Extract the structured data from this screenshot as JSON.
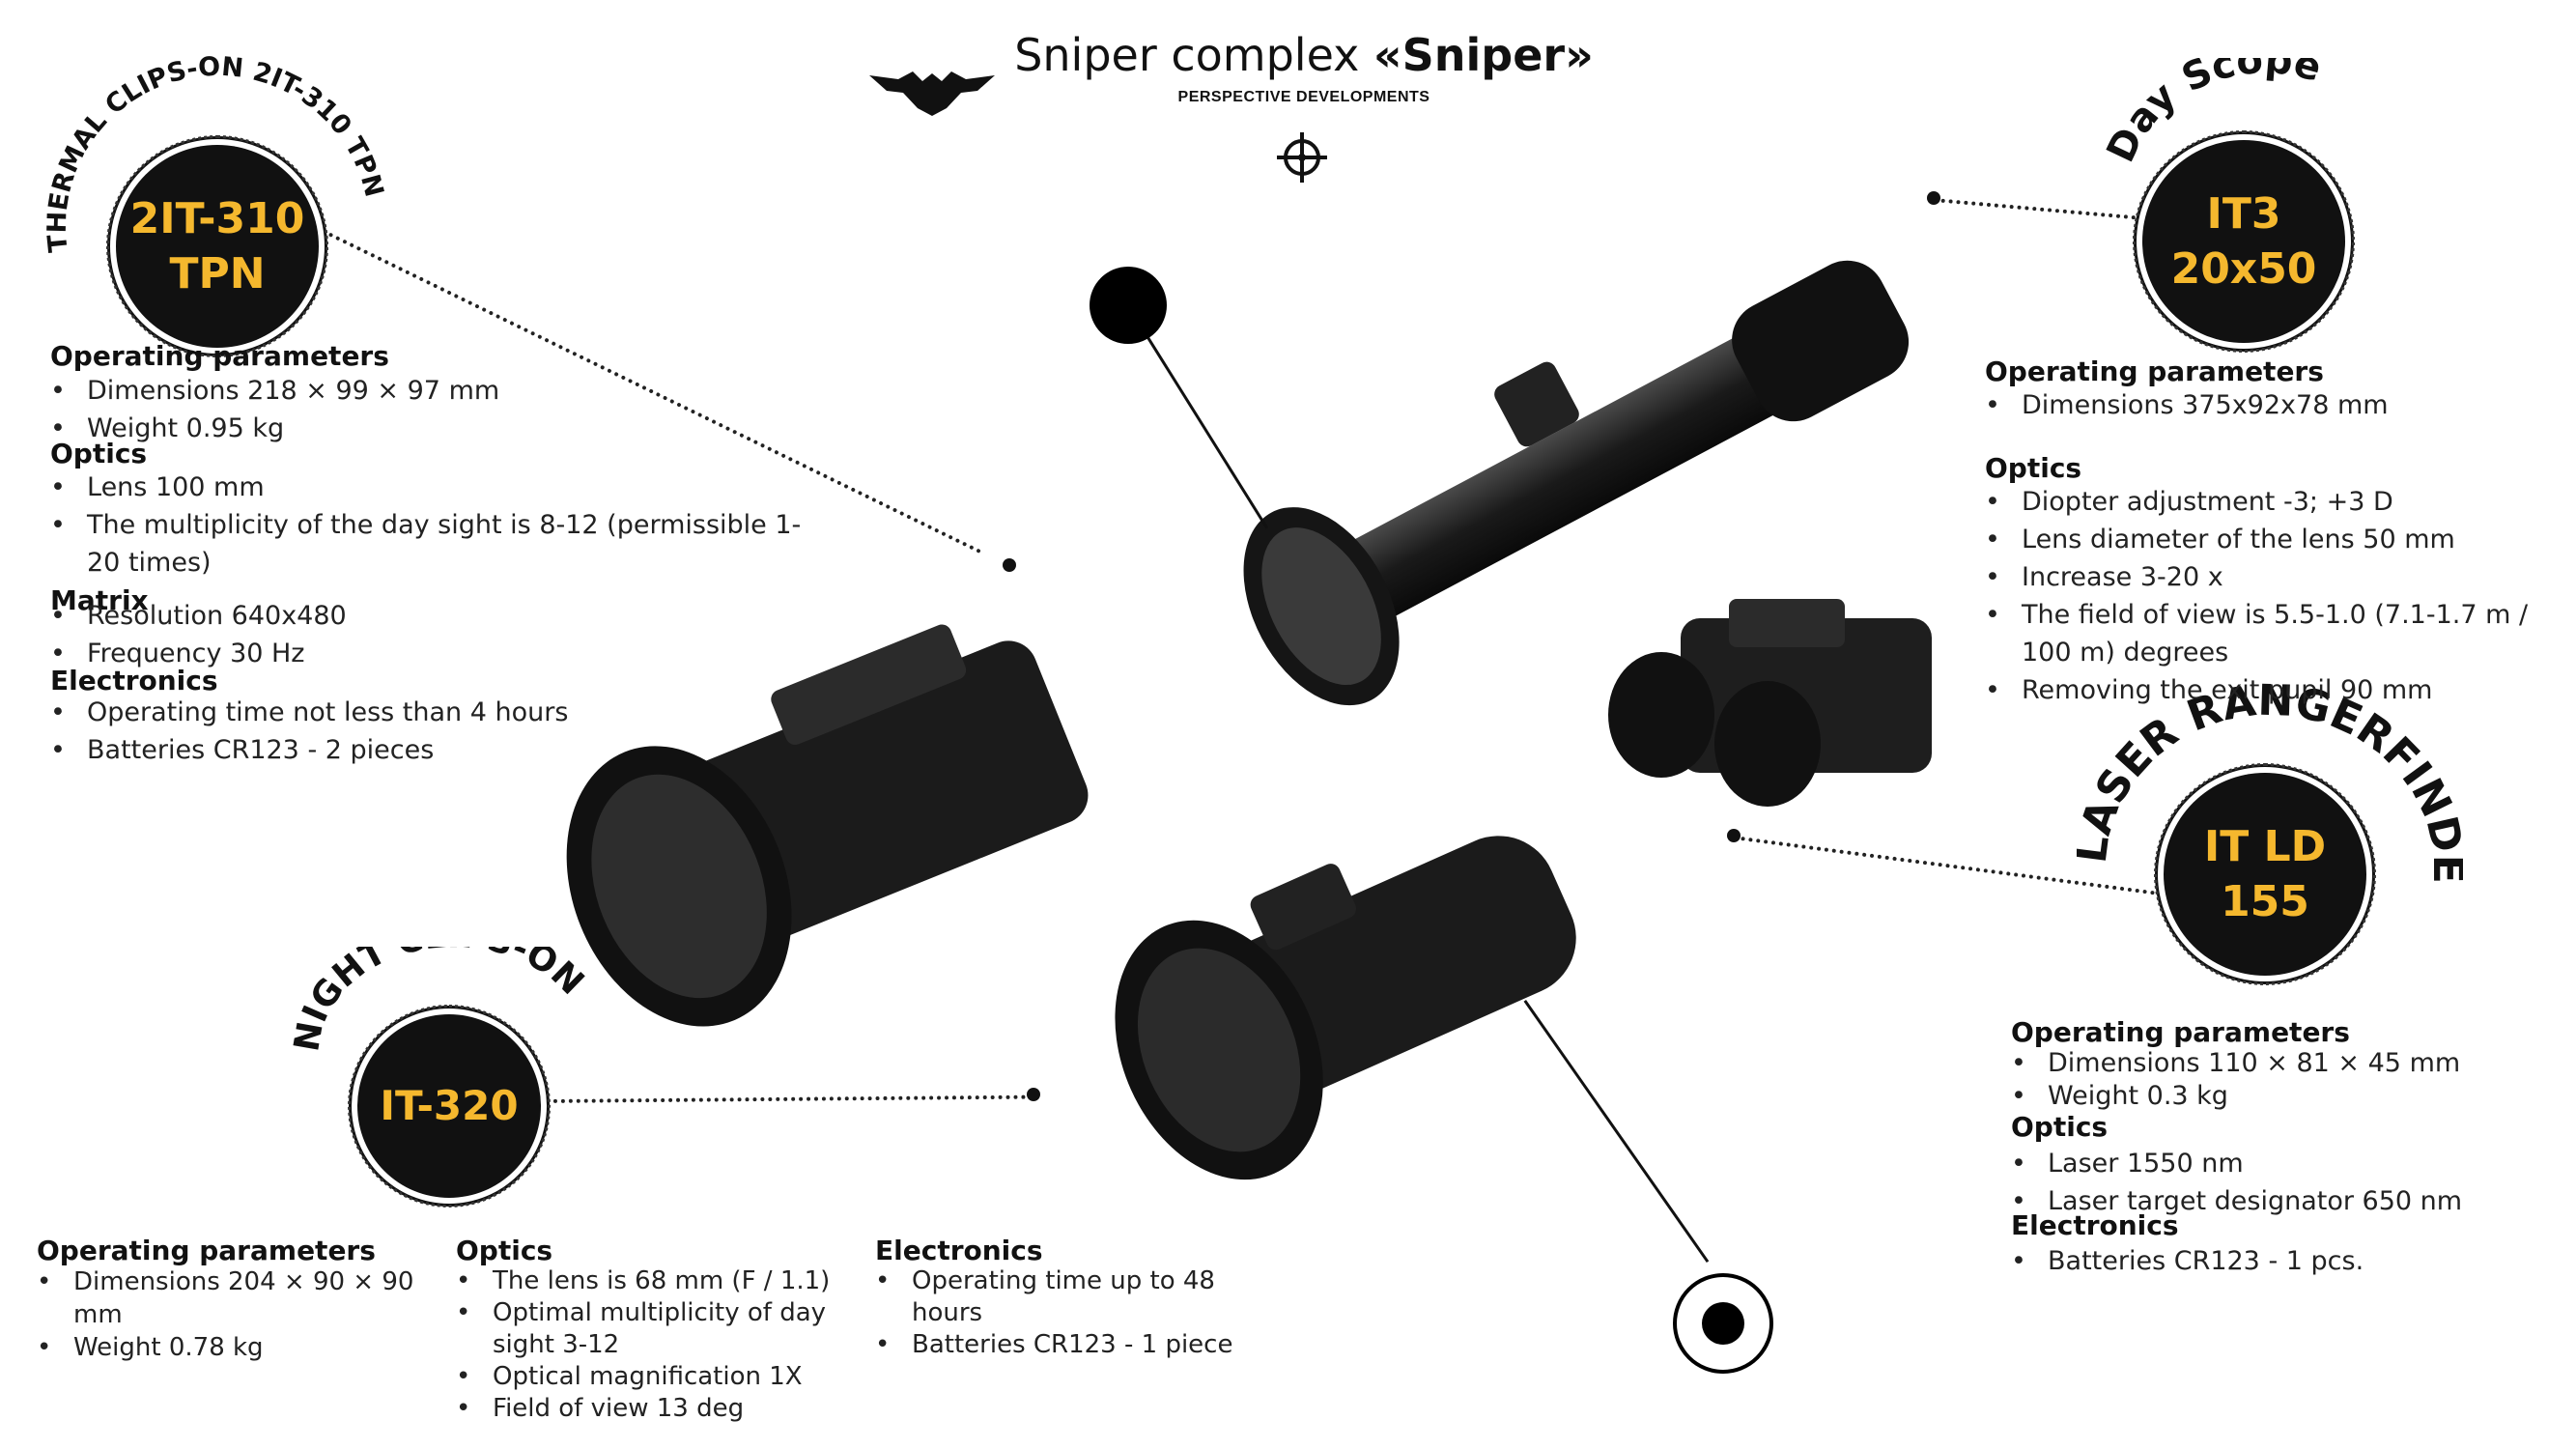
{
  "header": {
    "title_plain": "Sniper complex ",
    "title_bold": "«Sniper»",
    "subtitle": "PERSPECTIVE DEVELOPMENTS"
  },
  "thermal": {
    "arc": "THERMAL CLIPS-ON 2IT-310 TPN",
    "badge_line1": "2IT-310",
    "badge_line2": "TPN",
    "operating_title": "Operating parameters",
    "operating": [
      "Dimensions 218 × 99 × 97 mm",
      "Weight 0.95 kg"
    ],
    "optics_title": "Optics",
    "optics": [
      "Lens 100 mm",
      "The multiplicity of the day sight is 8-12 (permissible 1-20 times)"
    ],
    "matrix_title": "Matrix",
    "matrix": [
      "Resolution 640x480",
      "Frequency 30 Hz"
    ],
    "electronics_title": "Electronics",
    "electronics": [
      "Operating time not less than 4 hours",
      "Batteries CR123 - 2 pieces"
    ]
  },
  "day": {
    "arc": "Day Scope",
    "badge_line1": "IT3",
    "badge_line2": "20x50",
    "operating_title": "Operating parameters",
    "operating": [
      "Dimensions 375x92x78 mm"
    ],
    "optics_title": "Optics",
    "optics": [
      "Diopter adjustment -3; +3 D",
      "Lens diameter of the lens 50 mm",
      "Increase 3-20 x",
      "The field of view is 5.5-1.0 (7.1-1.7 m / 100 m) degrees",
      "Removing the exit pupil 90 mm"
    ]
  },
  "laser": {
    "arc": "LASER RANGERFINDER",
    "badge_line1": "IT LD",
    "badge_line2": "155",
    "operating_title": "Operating parameters",
    "operating": [
      "Dimensions 110 × 81 × 45 mm",
      "Weight 0.3 kg"
    ],
    "optics_title": "Optics",
    "optics": [
      "Laser 1550 nm",
      "Laser target designator 650 nm"
    ],
    "electronics_title": "Electronics",
    "electronics": [
      "Batteries CR123 - 1 pcs."
    ]
  },
  "night": {
    "arc": "NIGHT CLIPS-ON",
    "badge_line1": "IT-320",
    "operating_title": "Operating parameters",
    "operating": [
      "Dimensions 204 × 90 × 90 mm",
      "Weight 0.78 kg"
    ],
    "optics_title": "Optics",
    "optics": [
      "The lens is 68 mm (F / 1.1)",
      "Optimal multiplicity of day sight 3-12",
      "Optical magnification 1X",
      "Field of view 13 deg"
    ],
    "electronics_title": "Electronics",
    "electronics": [
      "Operating time up to 48 hours",
      "Batteries CR123 - 1 piece"
    ]
  },
  "icons": {
    "logo": "bat-logo-icon",
    "target": "crosshair-icon"
  },
  "colors": {
    "badge_bg": "#111111",
    "badge_text": "#f5b82e"
  }
}
